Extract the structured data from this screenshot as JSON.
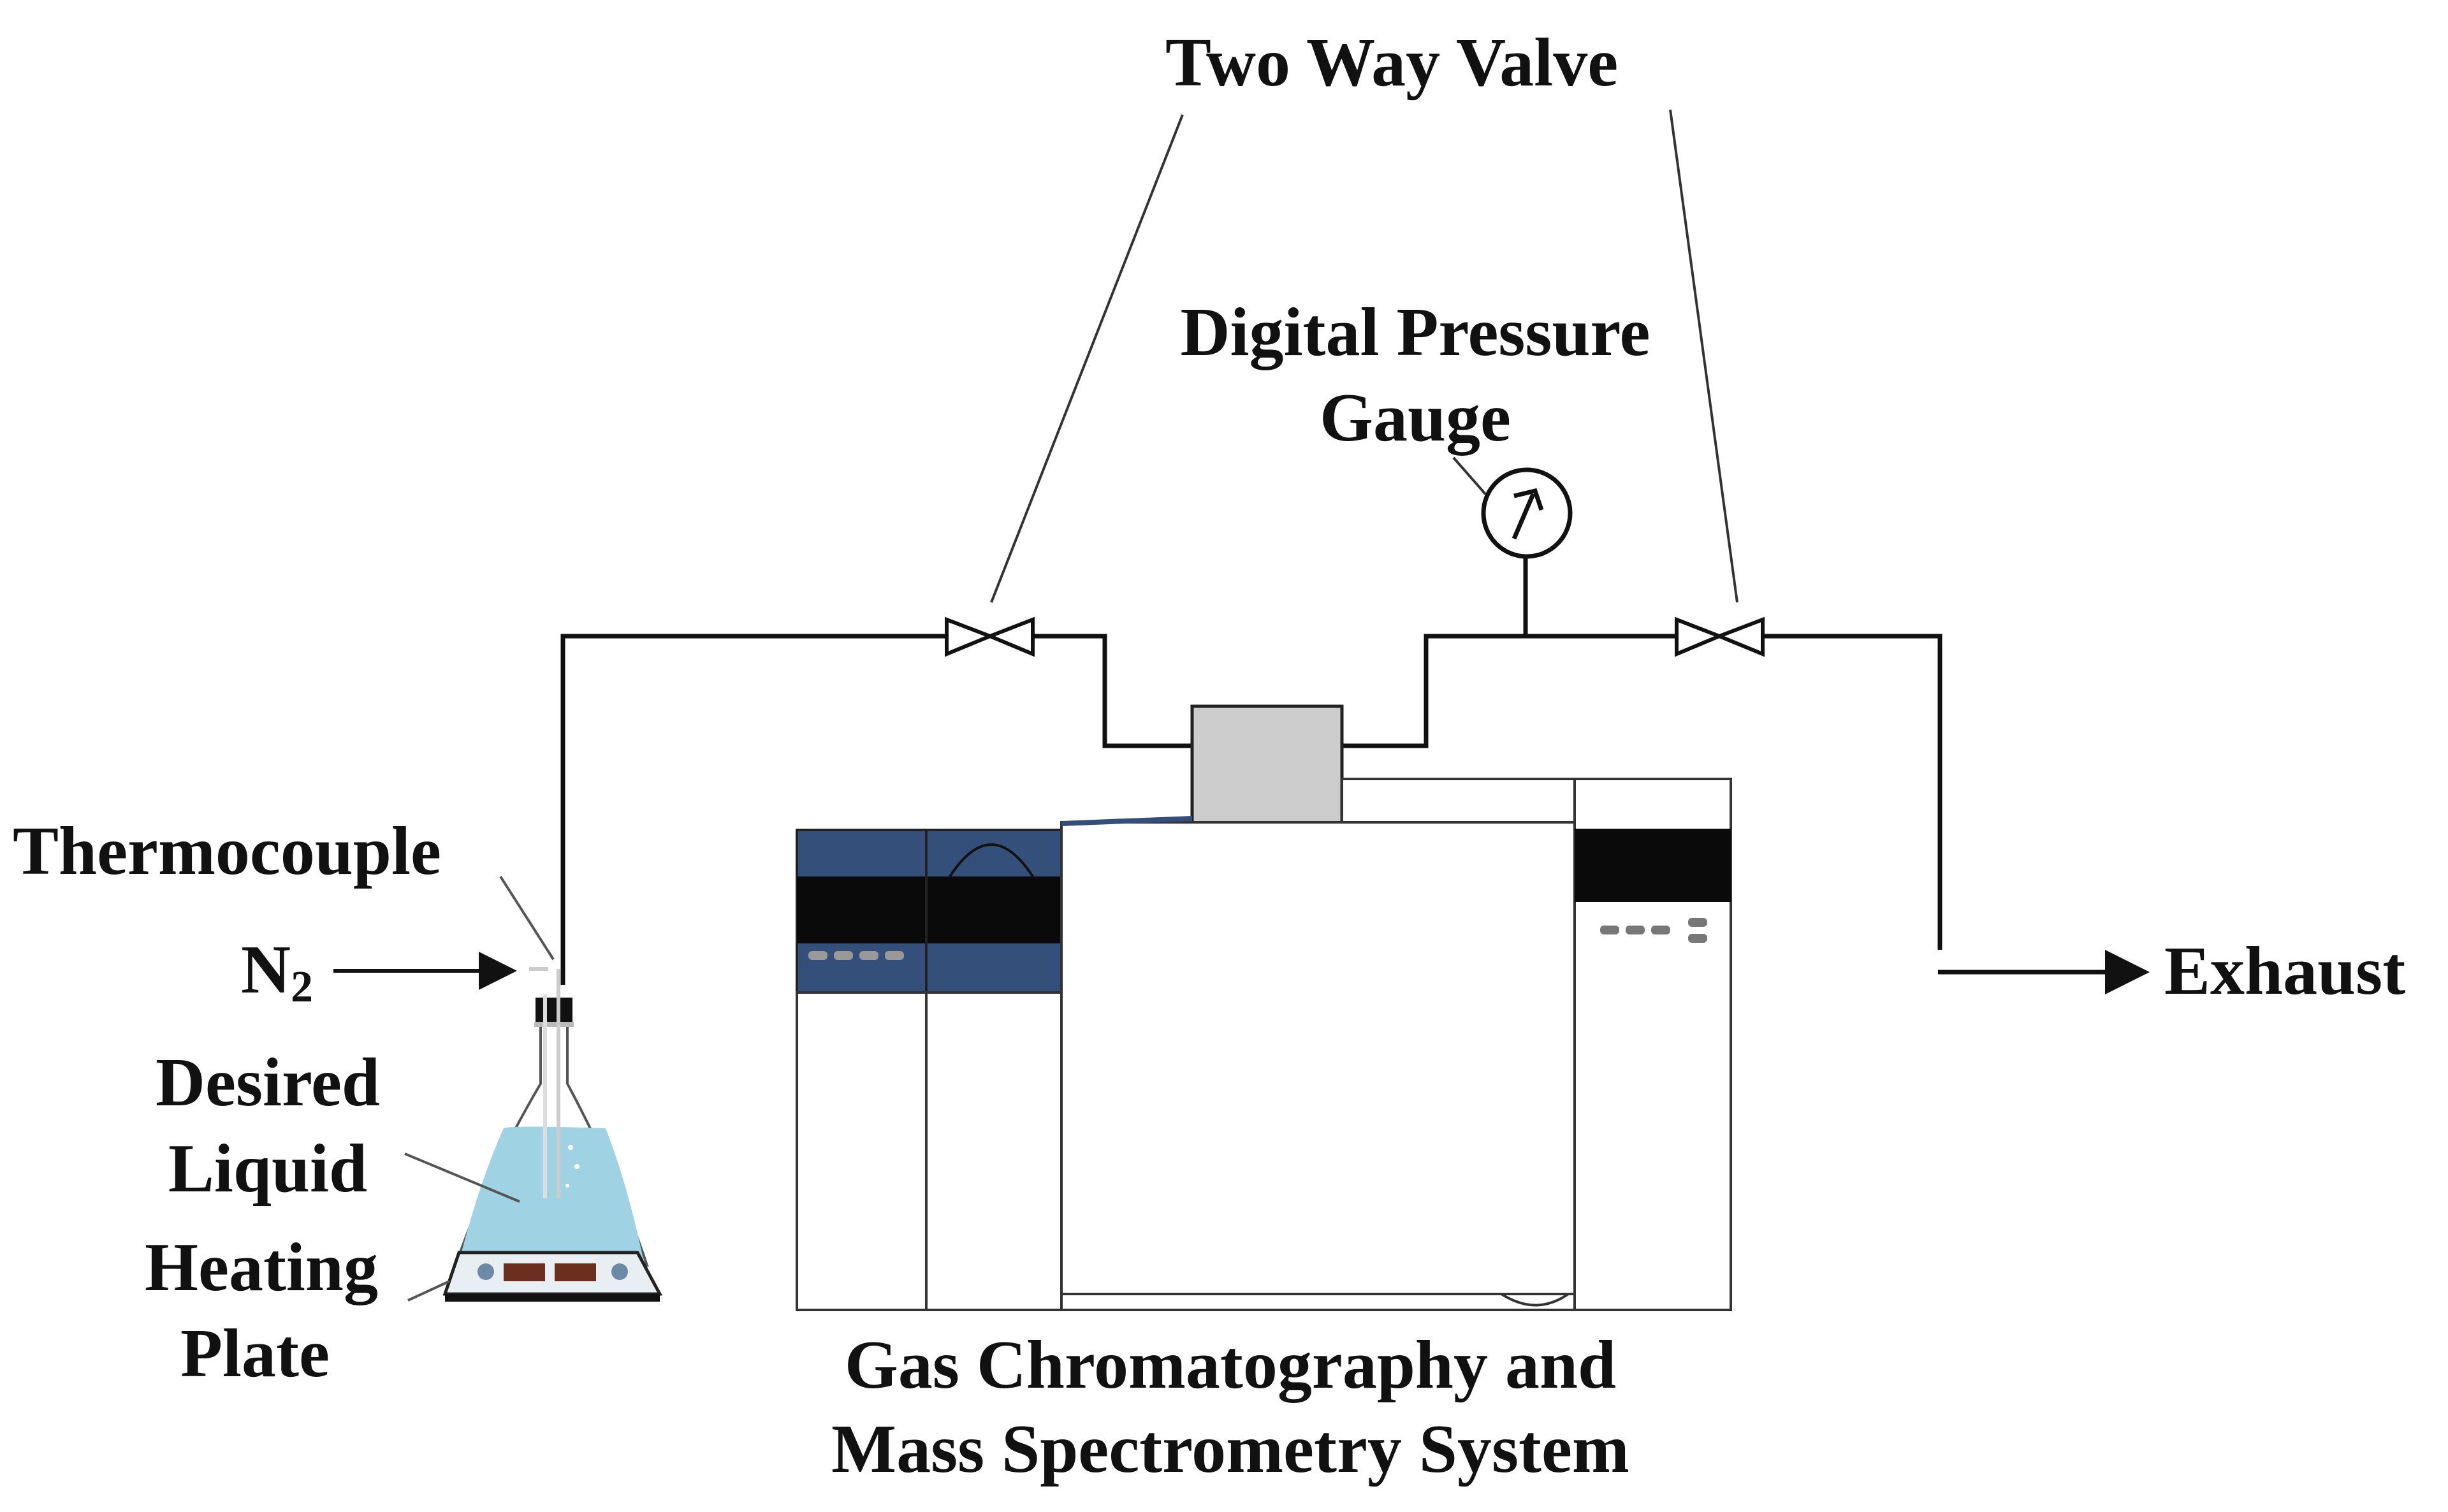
{
  "labels": {
    "two_way_valve": "Two Way Valve",
    "digital_pressure_gauge_line1": "Digital Pressure",
    "digital_pressure_gauge_line2": "Gauge",
    "thermocouple": "Thermocouple",
    "n2_base": "N",
    "n2_subscript": "2",
    "desired_liquid_line1": "Desired",
    "desired_liquid_line2": "Liquid",
    "heating_plate_line1": "Heating",
    "heating_plate_line2": "Plate",
    "exhaust": "Exhaust",
    "gcms_line1": "Gas Chromatography and",
    "gcms_line2": "Mass Spectrometry System"
  },
  "colors": {
    "line": "#111111",
    "instrument_blue": "#34507a",
    "display_black": "#0a0a0a",
    "sample_box_gray": "#cccccc",
    "liquid_blue": "#9fd3e3",
    "heater_display": "#6a2f1f",
    "button_gray": "#777777"
  }
}
